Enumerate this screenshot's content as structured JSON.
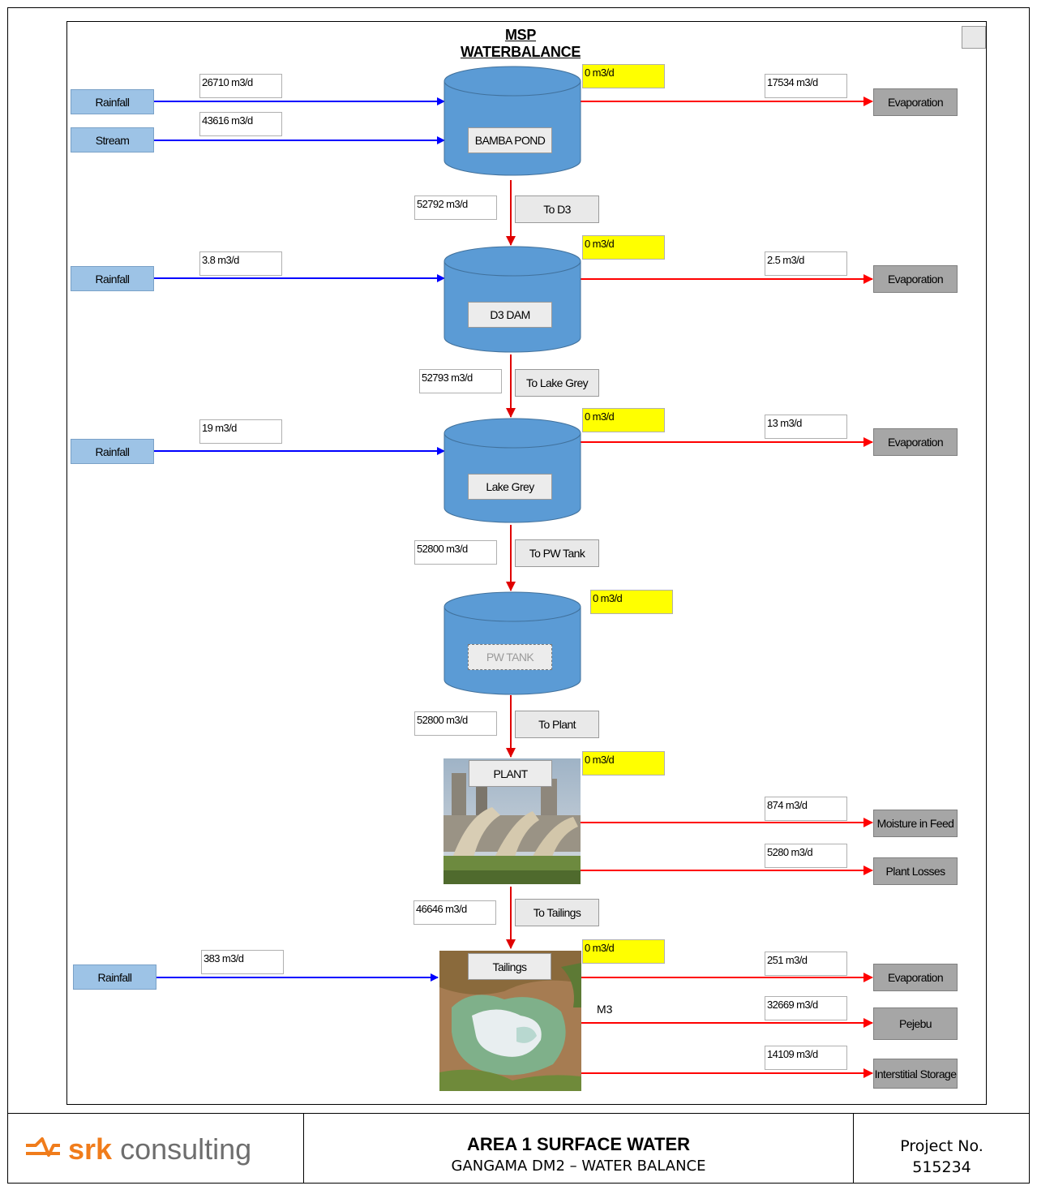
{
  "title": "MSP WATERBALANCE",
  "colors": {
    "inflow_line": "#0000ff",
    "outflow_line": "#ff0000",
    "tank": "#5b9bd5",
    "source_box": "#9dc3e6",
    "sink_box": "#a6a6a6",
    "storage_box": "#ffff00"
  },
  "sections": {
    "bamba": {
      "sources": [
        {
          "label": "Rainfall",
          "value": "26710 m3/d"
        },
        {
          "label": "Stream",
          "value": "43616 m3/d"
        }
      ],
      "storage": "0 m3/d",
      "tank": "BAMBA POND",
      "sink": {
        "label": "Evaporation",
        "value": "17534 m3/d"
      },
      "transfer": {
        "label": "To D3",
        "value": "52792 m3/d"
      }
    },
    "d3": {
      "source": {
        "label": "Rainfall",
        "value": "3.8 m3/d"
      },
      "storage": "0 m3/d",
      "tank": "D3 DAM",
      "sink": {
        "label": "Evaporation",
        "value": "2.5 m3/d"
      },
      "transfer": {
        "label": "To Lake Grey",
        "value": "52793 m3/d"
      }
    },
    "lakegrey": {
      "source": {
        "label": "Rainfall",
        "value": "19 m3/d"
      },
      "storage": "0 m3/d",
      "tank": "Lake Grey",
      "sink": {
        "label": "Evaporation",
        "value": "13 m3/d"
      },
      "transfer": {
        "label": "To PW Tank",
        "value": "52800 m3/d"
      }
    },
    "pwtank": {
      "storage": "0 m3/d",
      "tank": "PW TANK",
      "transfer": {
        "label": "To Plant",
        "value": "52800 m3/d"
      }
    },
    "plant": {
      "label": "PLANT",
      "storage": "0 m3/d",
      "sinks": [
        {
          "label": "Moisture in Feed",
          "value": "874 m3/d"
        },
        {
          "label": "Plant Losses",
          "value": "5280 m3/d"
        }
      ],
      "transfer": {
        "label": "To Tailings",
        "value": "46646 m3/d"
      }
    },
    "tailings": {
      "label": "Tailings",
      "source": {
        "label": "Rainfall",
        "value": "383 m3/d"
      },
      "storage": "0 m3/d",
      "m3_label": "M3",
      "sinks": [
        {
          "label": "Evaporation",
          "value": "251 m3/d"
        },
        {
          "label": "Pejebu",
          "value": "32669 m3/d"
        },
        {
          "label": "Interstitial Storage",
          "value": "14109 m3/d"
        }
      ]
    }
  },
  "footer": {
    "logo_brand": "srk",
    "logo_text": "consulting",
    "title": "AREA 1 SURFACE WATER",
    "subtitle": "GANGAMA DM2 – WATER BALANCE",
    "project_label": "Project No.",
    "project_number": "515234"
  }
}
